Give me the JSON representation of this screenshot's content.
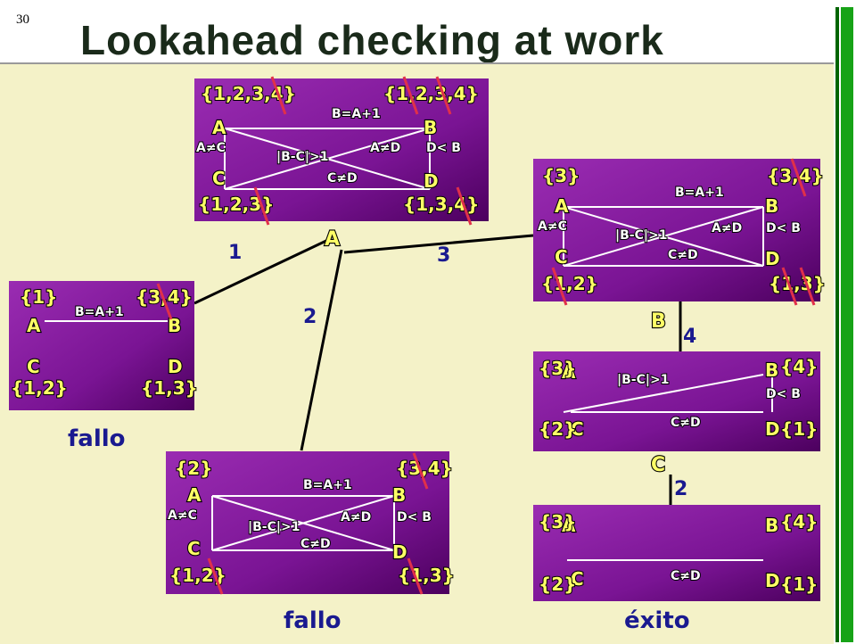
{
  "page_number": "30",
  "title": "Lookahead checking at work",
  "colors": {
    "box_fill": "#8a1fa0",
    "box_fill_dark": "#500068",
    "var_label": "#ffff66",
    "strike": "#e0304a",
    "edge_label": "#1a1a90",
    "background": "#f4f2c8"
  },
  "root_box": {
    "vars": [
      "A",
      "B",
      "C",
      "D"
    ],
    "domains": [
      "{1,2,3,4}",
      "{1,2,3,4}",
      "{1,2,3}",
      "{1,3,4}"
    ],
    "constraints": [
      "B=A+1",
      "A≠C",
      "A≠D",
      "D< B",
      "|B-C|>1",
      "C≠D"
    ]
  },
  "boxes": [
    {
      "id": "root",
      "vars": [
        "A",
        "B",
        "C",
        "D"
      ],
      "domains": [
        "{1,2,3,4}",
        "{1,2,3,4}",
        "{1,2,3}",
        "{1,3,4}"
      ],
      "constraints": [
        "B=A+1",
        "A≠C",
        "|B-C|>1",
        "A≠D",
        "D< B",
        "C≠D"
      ]
    },
    {
      "id": "left",
      "vars": [
        "A",
        "B",
        "C",
        "D"
      ],
      "domains": [
        "{1}",
        "{3,4}",
        "{1,2}",
        "{1,3}"
      ],
      "constraints": [
        "B=A+1"
      ]
    },
    {
      "id": "bottom-middle",
      "vars": [
        "A",
        "B",
        "C",
        "D"
      ],
      "domains": [
        "{2}",
        "{3,4}",
        "{1,2}",
        "{1,3}"
      ],
      "constraints": [
        "B=A+1",
        "A≠C",
        "|B-C|>1",
        "A≠D",
        "D< B",
        "C≠D"
      ]
    },
    {
      "id": "right-top",
      "vars": [
        "A",
        "B",
        "C",
        "D"
      ],
      "domains": [
        "{3}",
        "{3,4}",
        "{1,2}",
        "{1,3}"
      ],
      "constraints": [
        "B=A+1",
        "A≠C",
        "|B-C|>1",
        "A≠D",
        "D< B",
        "C≠D"
      ]
    },
    {
      "id": "right-middle",
      "vars": [
        "A",
        "B",
        "C",
        "D"
      ],
      "domains": [
        "{3}",
        "{4}",
        "{2}",
        "{1}"
      ],
      "constraints": [
        "|B-C|>1",
        "D< B",
        "C≠D"
      ]
    },
    {
      "id": "right-bottom",
      "vars": [
        "A",
        "B",
        "C",
        "D"
      ],
      "domains": [
        "{3}",
        "{4}",
        "{2}",
        "{1}"
      ],
      "constraints": [
        "C≠D"
      ]
    }
  ],
  "tree_nodes": [
    "A",
    "B",
    "C"
  ],
  "edge_labels": [
    "1",
    "2",
    "3",
    "4",
    "2"
  ],
  "outcomes": {
    "left": "fallo",
    "middle": "fallo",
    "right": "éxito"
  }
}
